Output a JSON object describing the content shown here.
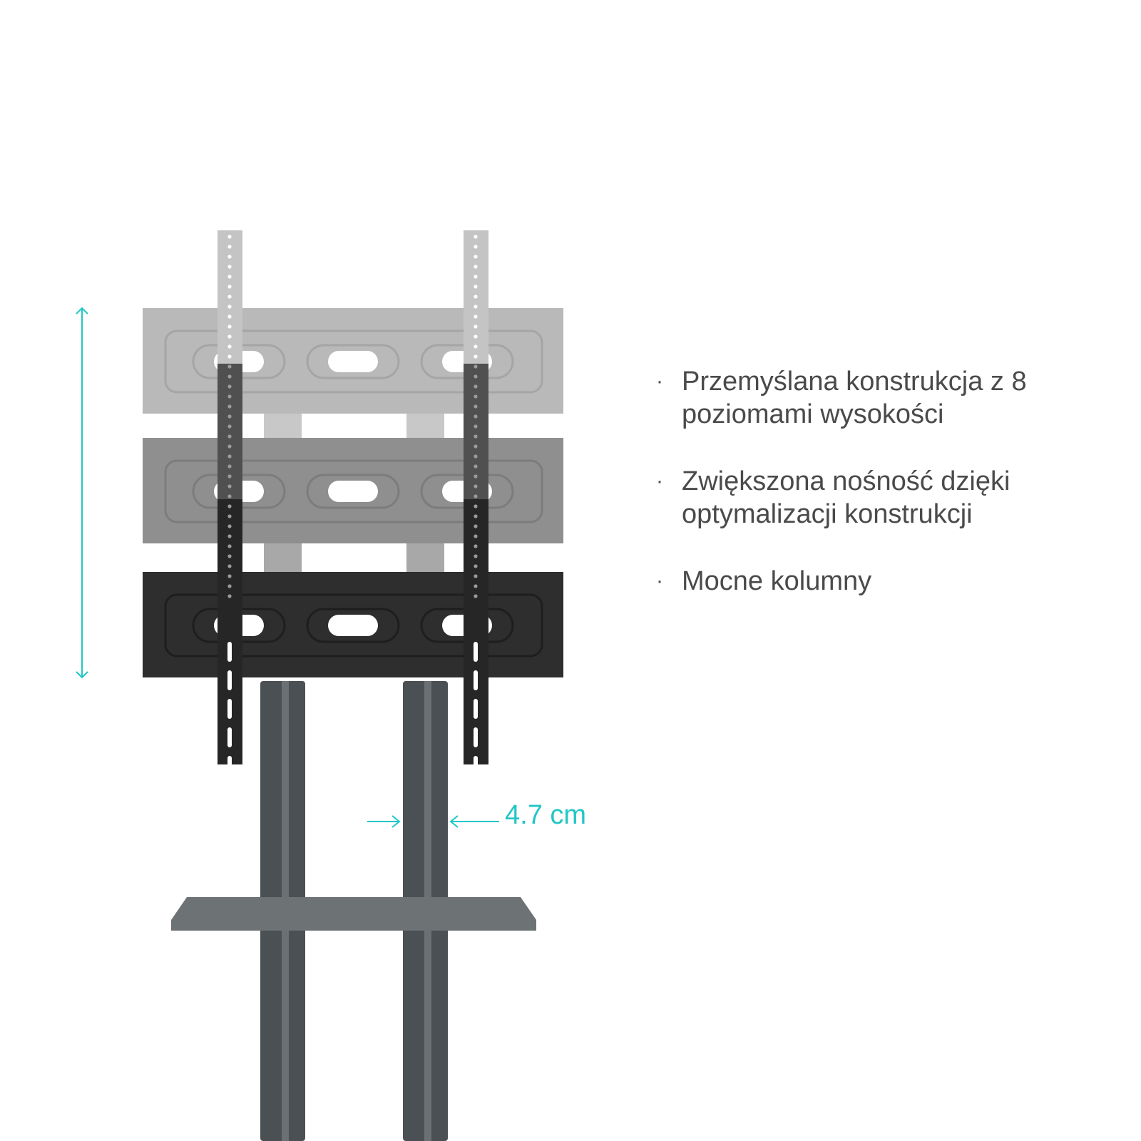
{
  "features": [
    {
      "bullet": "·",
      "text": "Przemyślana konstrukcja z 8 poziomami wysokości"
    },
    {
      "bullet": "·",
      "text": "Zwiększona nośność dzięki optymalizacji konstrukcji"
    },
    {
      "bullet": "·",
      "text": "Mocne kolumny"
    }
  ],
  "column_diameter_label": "4.7 cm",
  "colors": {
    "accent": "#22c6c6",
    "text": "#4a4a4a",
    "plate_top": "#b9b9b9",
    "plate_mid": "#8f8f8f",
    "plate_bottom": "#2e2e2e",
    "column": "#4b5054"
  }
}
